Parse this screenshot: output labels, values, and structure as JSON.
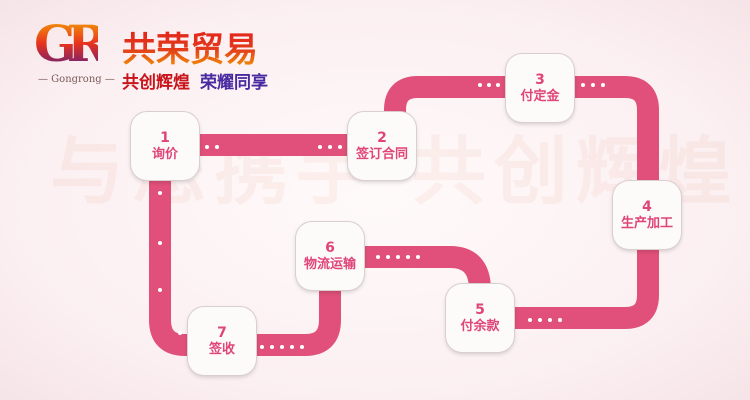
{
  "logo": {
    "monogram": "GR",
    "brand": "共荣贸易",
    "english": "— Gongrong —",
    "slogan": [
      "共创辉煌",
      "荣耀同享"
    ]
  },
  "watermark": "与您携手 共创辉煌",
  "colors": {
    "track": "#e0507a",
    "label": "#e0457a"
  },
  "steps": [
    {
      "num": "1",
      "label": "询价"
    },
    {
      "num": "2",
      "label": "签订合同"
    },
    {
      "num": "3",
      "label": "付定金"
    },
    {
      "num": "4",
      "label": "生产加工"
    },
    {
      "num": "5",
      "label": "付余款"
    },
    {
      "num": "6",
      "label": "物流运输"
    },
    {
      "num": "7",
      "label": "签收"
    }
  ]
}
